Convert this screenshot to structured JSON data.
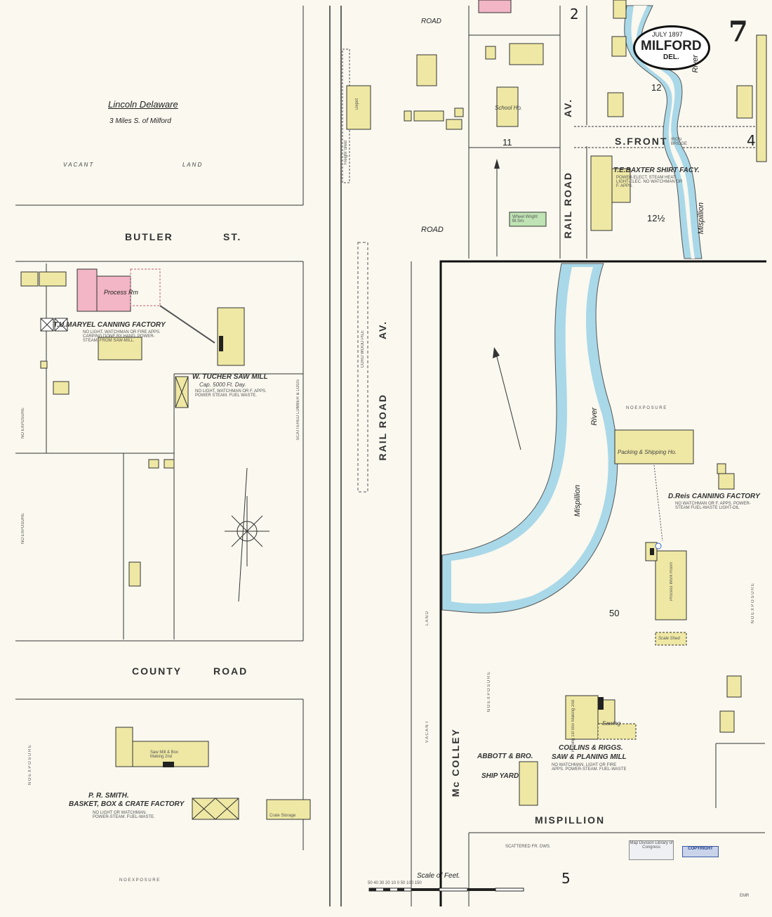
{
  "title": {
    "date": "JULY 1897",
    "town": "MILFORD",
    "state": "DEL.",
    "sheet_number": "7"
  },
  "inset": {
    "heading": "Lincoln Delaware",
    "subheading": "3 Miles S. of Milford",
    "vacant_left": "V A C A N T",
    "vacant_right": "L A N D"
  },
  "streets": {
    "butler_a": "BUTLER",
    "butler_b": "ST.",
    "county_a": "COUNTY",
    "county_b": "ROAD",
    "railroad_av_left": "RAIL ROAD",
    "railroad_av_left_b": "AV.",
    "railroad_av_right": "RAIL ROAD",
    "railroad_av_right_b": "AV.",
    "road_top": "ROAD",
    "road_mid": "ROAD",
    "s_front": "S.FRONT",
    "mispillion_street": "MISPILLION",
    "mccolley": "Mc COLLEY",
    "river_top": "River",
    "river_top2": "Mispillion",
    "river_main": "River",
    "river_main2": "Mispillion"
  },
  "blocks": {
    "b2": "2",
    "b4": "4",
    "b5": "5",
    "b11": "11",
    "b12": "12",
    "b12half": "12½",
    "b50": "50"
  },
  "labels": {
    "maryel": "T.U.MARYEL CANNING FACTORY",
    "maryel_note": "NO LIGHT, WATCHMAN OR FIRE APPS. CARPING DONE BY HAND. POWER-STEAM, FROM SAW-MILL.",
    "process_rm": "Process Rm",
    "wtucher": "W. TUCHER SAW MILL",
    "wtucher_cap": "Cap. 5000 Ft. Day.",
    "wtucher_note": "NO LIGHT, WATCHMAN OR F. APPS. POWER STEAM. FUEL WASTE.",
    "scattered_lumber": "SCATTERED LUMBER & LOGS",
    "cord_wood": "CORD WOOD PILE",
    "prsmith": "P. R. SMITH.",
    "prsmith_b": "BASKET, BOX & CRATE FACTORY",
    "prsmith_note": "NO LIGHT OR WATCHMAN. POWER-STEAM. FUEL-WASTE.",
    "saw_mill_box": "Saw Mill & Box Making 2nd",
    "crate_storage": "Crate Storage",
    "baxter": "T.E.BAXTER SHIRT FACY.",
    "baxter_note": "POWER-ELECT. STEAM HEAT. LIGHT-ELEC. NO WATCHMAN OR F. APPS.",
    "school": "School Ho.",
    "wheelwright": "Wheel Wright Bl.Sm.",
    "depot": "Depot",
    "freight": "Freight Shed",
    "reis": "D.Reis CANNING FACTORY",
    "reis_note": "NO WATCHMAN OR F. APPS. POWER-STEAM FUEL-WASTE LIGHT-OIL",
    "packing": "Packing & Shipping Ho.",
    "process_work": "Process Work Room",
    "scale_shed": "Scale Shed",
    "collins": "COLLINS & RIGGS.",
    "collins_b": "SAW & PLANING MILL",
    "collins_note": "NO WATCHMAN, LIGHT OR FIRE APPS. POWER-STEAM. FUEL-WASTE",
    "sawing": "Sawing",
    "planing": "Planing 1st Box Making 2nd",
    "abbott": "ABBOTT & BRO.",
    "shipyard": "SHIP YARD",
    "no_exposure": "NO EXPOSURE",
    "no_exposure_sp": "N O   E X P O S U R E",
    "vacant": "V A C A N T",
    "land": "L A N D",
    "iron_bridge": "IRON BRIDGE",
    "scattered_fr": "SCATTERED  FR. DWS.",
    "scale": "Scale of Feet.",
    "scale_ticks": "50 40 30 20 10 0       50        100       150",
    "stamp1": "Map Division Library of Congress",
    "stamp2": "COPYRIGHT",
    "emr": "EMR"
  },
  "colors": {
    "building_yellow": "#efe8a4",
    "brick_pink": "#f2b6c6",
    "stone_green": "#bfe3b4",
    "river_blue": "#a9d8e8",
    "ink": "#222222"
  }
}
